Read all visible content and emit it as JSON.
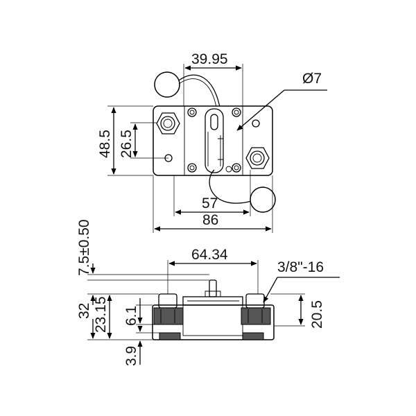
{
  "dimensions": {
    "top_width": "39.95",
    "hole_diameter": "Ø7",
    "height_outer": "48.5",
    "height_inner": "26.5",
    "stud_spacing": "57",
    "overall_width": "86",
    "side_stud_spacing": "64.34",
    "thread": "3/8\"-16",
    "lever_offset": "7.5±0.50",
    "total_height": "32",
    "height_to_studs": "23.15",
    "base_height": "6.1",
    "stud_height": "20.5",
    "foot_height": "3.9"
  }
}
